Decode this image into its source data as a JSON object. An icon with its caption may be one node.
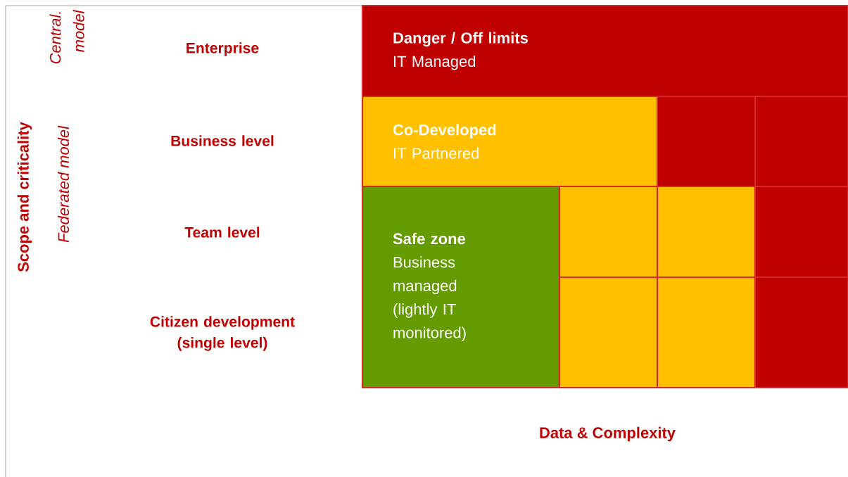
{
  "diagram": {
    "nodes": [
      {
        "text": [
          "Danger / Off limits",
          "IT Managed"
        ]
      },
      {
        "text": [
          "Co-Developed",
          "IT Partnered"
        ]
      },
      {
        "text": [],
        "shape": "box"
      },
      {
        "text": [],
        "shape": "box"
      },
      {
        "text": [
          "Safe zone",
          "Business managed (lightly IT monitored)"
        ]
      },
      {
        "text": [],
        "shape": "box"
      },
      {
        "text": [],
        "shape": "box"
      },
      {
        "text": [],
        "shape": "box"
      },
      {
        "text": [],
        "shape": "box"
      },
      {
        "text": [],
        "shape": "box"
      },
      {
        "text": [],
        "shape": "box"
      }
    ],
    "labels": [
      "Central. model",
      "Enterprise",
      "Scope and criticality",
      "Federated model",
      "Business level",
      "Team level",
      "Citizen development (single level)",
      "Data & Complexity"
    ]
  }
}
